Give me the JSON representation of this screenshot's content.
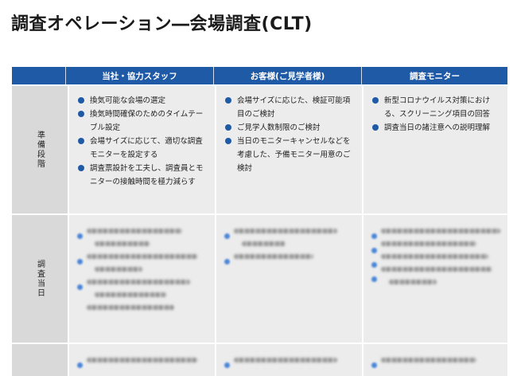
{
  "title": "調査オペレーション―会場調査(CLT)",
  "columns": [
    "当社・協力スタッフ",
    "お客様(ご見学者様)",
    "調査モニター"
  ],
  "rows": [
    {
      "label": "準備段階",
      "cells": [
        [
          "換気可能な会場の選定",
          "換気時間確保のためのタイムテーブル設定",
          "会場サイズに応じて、適切な調査モニターを設定する",
          "調査票設計を工夫し、調査員とモニターの接触時間を極力減らす"
        ],
        [
          "会場サイズに応じた、検証可能項目のご検討",
          "ご見学人数制限のご検討",
          "当日のモニターキャンセルなどを考慮した、予備モニター用意のご検討"
        ],
        [
          "新型コロナウイルス対策における、スクリーニング項目の回答",
          "調査当日の諸注意への説明理解"
        ]
      ]
    },
    {
      "label": "調査当日"
    }
  ]
}
